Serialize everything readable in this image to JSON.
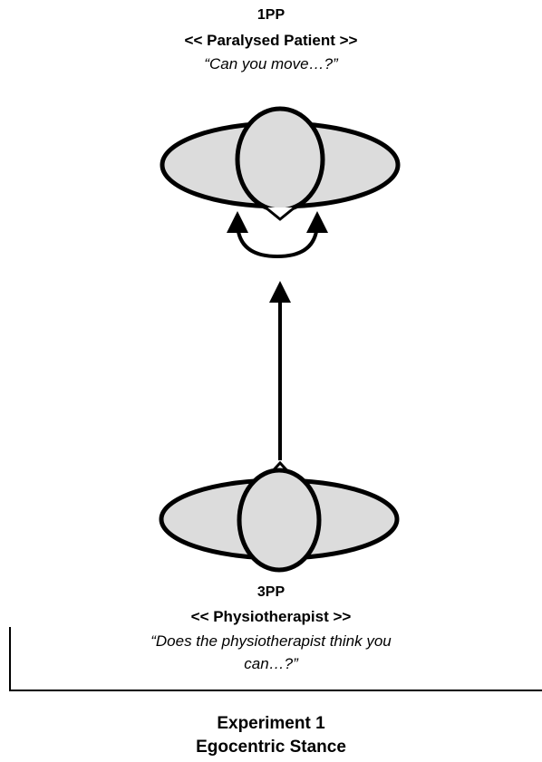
{
  "top_figure": {
    "code": "1PP",
    "role": "<< Paralysed Patient >>",
    "question": "“Can you move…?”"
  },
  "bottom_figure": {
    "code": "3PP",
    "role": "<< Physiotherapist >>",
    "question_line1": "“Does the physiotherapist think you",
    "question_line2": "can…?”"
  },
  "experiment": {
    "number": "Experiment 1",
    "stance": "Egocentric Stance"
  },
  "colors": {
    "figure_fill": "#dcdcdc",
    "stroke": "#000000"
  }
}
